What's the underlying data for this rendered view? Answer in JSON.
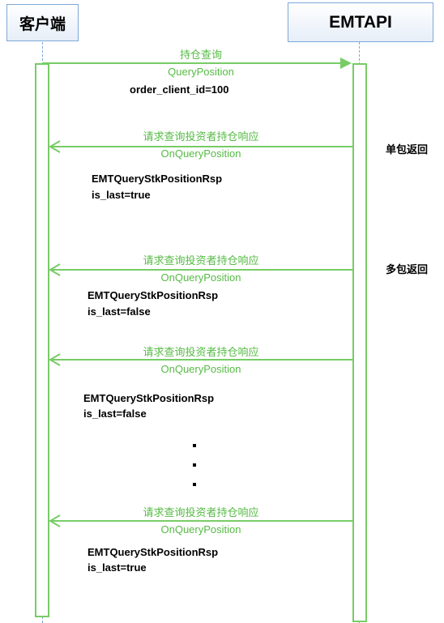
{
  "actors": {
    "client": "客户端",
    "server": "EMTAPI"
  },
  "request": {
    "label_cn": "持仓查询",
    "label_en": "QueryPosition",
    "param": "order_client_id=100"
  },
  "responses": [
    {
      "label_cn": "请求查询投资者持仓响应",
      "label_en": "OnQueryPosition",
      "struct": "EMTQueryStkPositionRsp",
      "flag": "is_last=true"
    },
    {
      "label_cn": "请求查询投资者持仓响应",
      "label_en": "OnQueryPosition",
      "struct": "EMTQueryStkPositionRsp",
      "flag": "is_last=false"
    },
    {
      "label_cn": "请求查询投资者持仓响应",
      "label_en": "OnQueryPosition",
      "struct": "EMTQueryStkPositionRsp",
      "flag": "is_last=false"
    },
    {
      "label_cn": "请求查询投资者持仓响应",
      "label_en": "OnQueryPosition",
      "struct": "EMTQueryStkPositionRsp",
      "flag": "is_last=true"
    }
  ],
  "side_notes": {
    "single": "单包返回",
    "multi": "多包返回"
  },
  "colors": {
    "arrow": "#77cc66",
    "label": "#55bb44",
    "lifeline": "#7fa7d8"
  }
}
